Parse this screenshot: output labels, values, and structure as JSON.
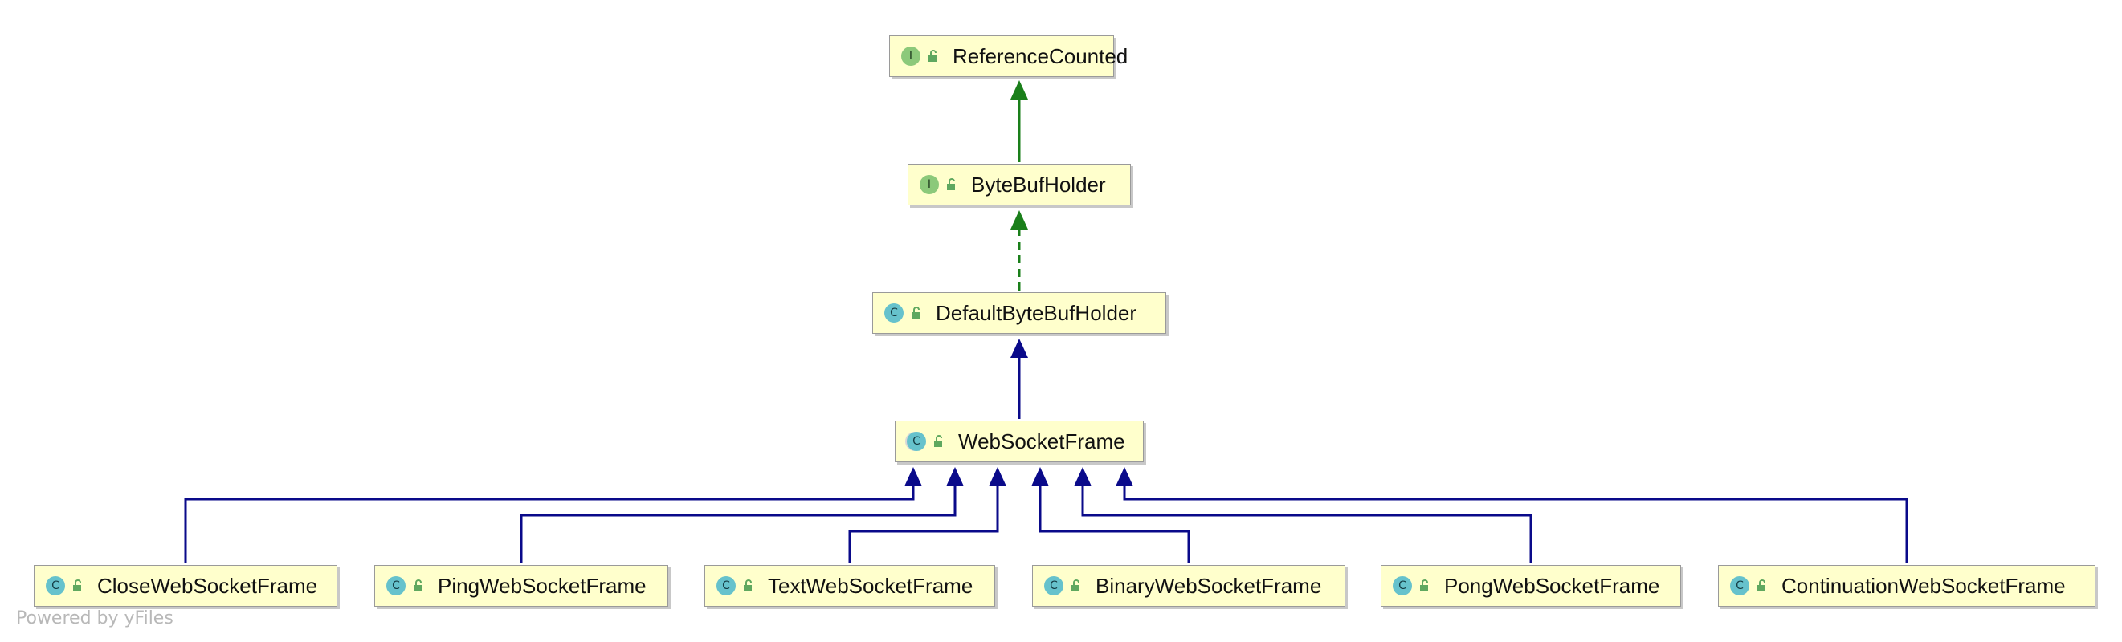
{
  "diagram": {
    "nodes": {
      "reference_counted": {
        "name": "ReferenceCounted",
        "kind": "interface",
        "badge": "I"
      },
      "byte_buf_holder": {
        "name": "ByteBufHolder",
        "kind": "interface",
        "badge": "I"
      },
      "default_byte_buf_holder": {
        "name": "DefaultByteBufHolder",
        "kind": "class",
        "badge": "C"
      },
      "web_socket_frame": {
        "name": "WebSocketFrame",
        "kind": "abstract-class",
        "badge": "C"
      },
      "close_web_socket_frame": {
        "name": "CloseWebSocketFrame",
        "kind": "class",
        "badge": "C"
      },
      "ping_web_socket_frame": {
        "name": "PingWebSocketFrame",
        "kind": "class",
        "badge": "C"
      },
      "text_web_socket_frame": {
        "name": "TextWebSocketFrame",
        "kind": "class",
        "badge": "C"
      },
      "binary_web_socket_frame": {
        "name": "BinaryWebSocketFrame",
        "kind": "class",
        "badge": "C"
      },
      "pong_web_socket_frame": {
        "name": "PongWebSocketFrame",
        "kind": "class",
        "badge": "C"
      },
      "continuation_web_socket_frame": {
        "name": "ContinuationWebSocketFrame",
        "kind": "class",
        "badge": "C"
      }
    },
    "edges": [
      {
        "from": "ByteBufHolder",
        "to": "ReferenceCounted",
        "relation": "extends-interface"
      },
      {
        "from": "DefaultByteBufHolder",
        "to": "ByteBufHolder",
        "relation": "implements"
      },
      {
        "from": "WebSocketFrame",
        "to": "DefaultByteBufHolder",
        "relation": "extends"
      },
      {
        "from": "CloseWebSocketFrame",
        "to": "WebSocketFrame",
        "relation": "extends"
      },
      {
        "from": "PingWebSocketFrame",
        "to": "WebSocketFrame",
        "relation": "extends"
      },
      {
        "from": "TextWebSocketFrame",
        "to": "WebSocketFrame",
        "relation": "extends"
      },
      {
        "from": "BinaryWebSocketFrame",
        "to": "WebSocketFrame",
        "relation": "extends"
      },
      {
        "from": "PongWebSocketFrame",
        "to": "WebSocketFrame",
        "relation": "extends"
      },
      {
        "from": "ContinuationWebSocketFrame",
        "to": "WebSocketFrame",
        "relation": "extends"
      }
    ],
    "colors": {
      "interface_edge": "#1a7f1a",
      "class_edge": "#0a0a8a",
      "node_fill": "#ffffcc",
      "node_border": "#9a9a9a"
    }
  },
  "watermark": "Powered by yFiles"
}
